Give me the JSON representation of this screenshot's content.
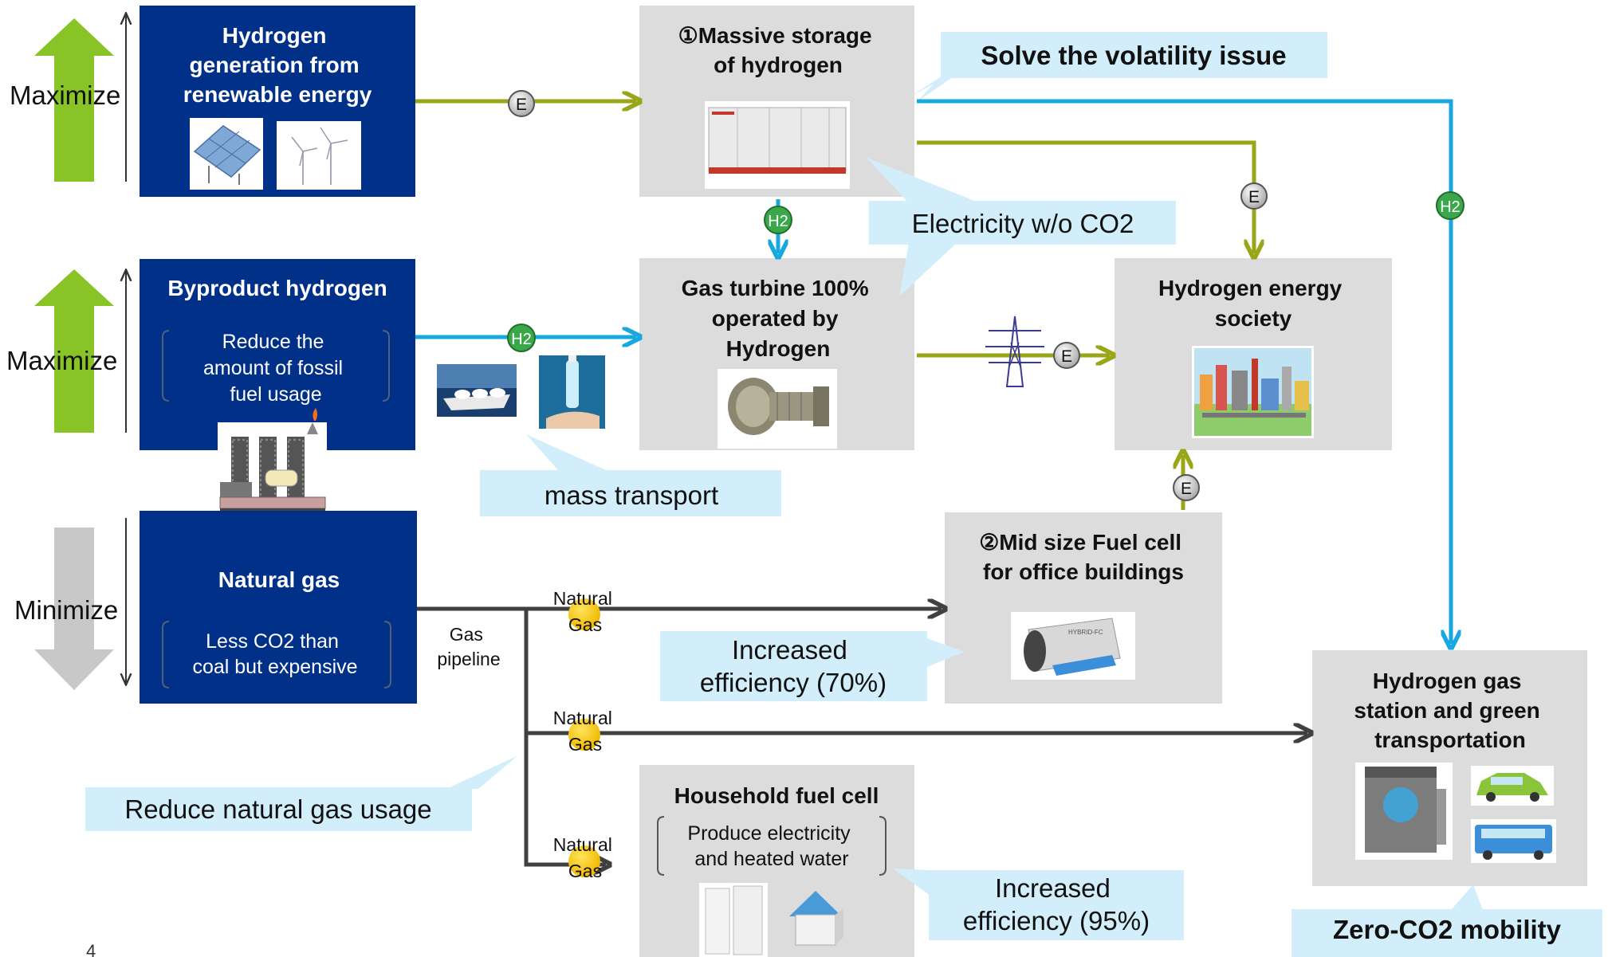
{
  "sources": {
    "renewable": {
      "title_lines": [
        "Hydrogen",
        "generation from",
        "renewable energy"
      ],
      "side_label": "Maximize",
      "icons": [
        "solar-panel-icon",
        "wind-turbine-icon"
      ]
    },
    "byproduct": {
      "title": "Byproduct hydrogen",
      "desc_lines": [
        "Reduce the",
        "amount of fossil",
        "fuel usage"
      ],
      "side_label": "Maximize",
      "icons": [
        "refinery-plant-icon"
      ]
    },
    "natural_gas": {
      "title": "Natural gas",
      "desc_lines": [
        "Less CO2 than",
        "coal but expensive"
      ],
      "side_label": "Minimize"
    }
  },
  "nodes": {
    "storage": {
      "title_lines": [
        "①Massive storage",
        "of hydrogen"
      ],
      "icons": [
        "hydrogen-storage-unit-icon"
      ]
    },
    "turbine": {
      "title_lines": [
        "Gas turbine 100%",
        "operated by",
        "Hydrogen"
      ],
      "icons": [
        "gas-turbine-icon"
      ]
    },
    "society": {
      "title_lines": [
        "Hydrogen energy",
        "society"
      ],
      "icons": [
        "city-skyline-icon"
      ]
    },
    "office_fc": {
      "title_lines": [
        "②Mid size Fuel cell",
        "for office buildings"
      ],
      "icons": [
        "fuel-cell-unit-icon"
      ]
    },
    "station": {
      "title_lines": [
        "Hydrogen gas",
        "station and green",
        "transportation"
      ],
      "icons": [
        "hydrogen-station-icon",
        "green-car-icon",
        "bus-icon"
      ]
    },
    "household": {
      "title": "Household fuel cell",
      "desc_lines": [
        "Produce electricity",
        "and heated water"
      ],
      "icons": [
        "household-fuel-cell-icon",
        "house-icon"
      ]
    }
  },
  "callouts": {
    "volatility": "Solve the volatility issue",
    "electricity": "Electricity w/o CO2",
    "mass_transport": "mass transport",
    "eff70_lines": [
      "Increased",
      "efficiency (70%)"
    ],
    "reduce_gas": "Reduce natural gas usage",
    "eff95_lines": [
      "Increased",
      "efficiency (95%)"
    ],
    "zero_co2": "Zero-CO2 mobility"
  },
  "pipeline_label_lines": [
    "Gas",
    "pipeline"
  ],
  "badges": {
    "electricity": "E",
    "hydrogen": "H2",
    "natural_gas_lines": [
      "Natural",
      "Gas"
    ]
  },
  "transport_icons": [
    "lng-ship-icon",
    "hydrogen-bottle-icon",
    "power-pylon-icon"
  ],
  "page_number": "4",
  "colors": {
    "navy": "#003087",
    "olive": "#99a617",
    "cyan": "#17a8e0",
    "dark_arrow": "#404040",
    "node_gray": "#dcdcdc",
    "callout_blue": "#d3eefb",
    "green_arrow": "#88c425",
    "gray_arrow": "#c8c8c8",
    "gas_badge": "#f8c800"
  }
}
